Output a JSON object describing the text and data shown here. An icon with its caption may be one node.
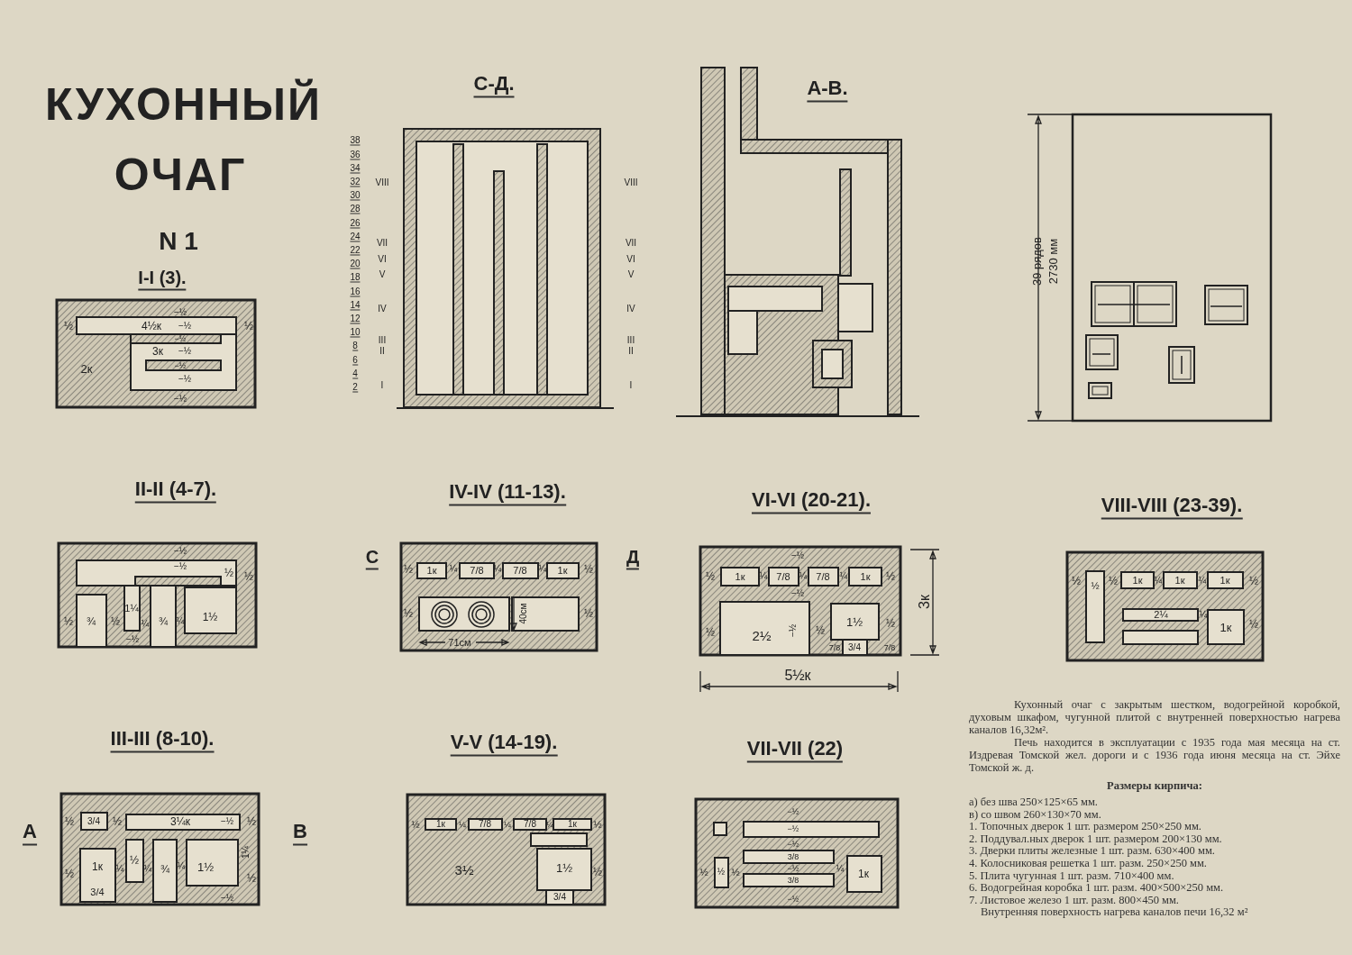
{
  "diagram": {
    "title": "КУХОННЫЙ ОЧАГ",
    "labels": [
      "N 1",
      "I-I (3).",
      "−½",
      "½",
      "4½к",
      "−½",
      "−½",
      "3к",
      "−½",
      "−½",
      "−½",
      "−½",
      "2к",
      "½",
      "II-II (4-7).",
      "−½",
      "−½",
      "½",
      "½",
      "½",
      "¾",
      "½",
      "1¼",
      "¼",
      "¾",
      "¼",
      "1½",
      "−½",
      "III-III (8-10).",
      "½",
      "3/4",
      "½",
      "3¼к",
      "−½",
      "½",
      "½",
      "1к",
      "3/4",
      "¼",
      "½",
      "¼",
      "¾",
      "¼",
      "1½",
      "1¼",
      "½",
      "−½",
      "А",
      "В",
      "IV-IV (11-13).",
      "С",
      "Д",
      "½",
      "1к",
      "¼",
      "7/8",
      "¼",
      "7/8",
      "¼",
      "1к",
      "½",
      "½",
      "½",
      "40см",
      "71см",
      "V-V (14-19).",
      "½",
      "1к",
      "¼",
      "7/8",
      "¼",
      "7/8",
      "¼",
      "1к",
      "½",
      "3½",
      "1½",
      "3/4",
      "½",
      "VI-VI (20-21).",
      "−½",
      "½",
      "1к",
      "¼",
      "7/8",
      "¼",
      "7/8",
      "¼",
      "1к",
      "½",
      "−½",
      "½",
      "2½",
      "−½",
      "½",
      "1½",
      "½",
      "7/8",
      "3/4",
      "7/8",
      "3к",
      "5½к",
      "VII-VII (22)",
      "−½",
      "−½",
      "−½",
      "3/8",
      "−½",
      "3/8",
      "−½",
      "½",
      "½",
      "½",
      "¼",
      "1к",
      "VIII-VIII (23-39).",
      "½",
      "½",
      "½",
      "1к",
      "¼",
      "1к",
      "¼",
      "1к",
      "½",
      "2¼",
      "¼",
      "1к",
      "½",
      "С-Д.",
      "2",
      "4",
      "6",
      "8",
      "10",
      "12",
      "14",
      "16",
      "18",
      "20",
      "22",
      "24",
      "26",
      "28",
      "30",
      "32",
      "34",
      "36",
      "38",
      "VIII",
      "VII",
      "VI",
      "V",
      "IV",
      "III",
      "II",
      "I",
      "VIII",
      "VII",
      "VI",
      "V",
      "IV",
      "III",
      "II",
      "I",
      "А-В.",
      "39 рядов",
      "2730 мм",
      "Кухонный очаг с закрытым шестком, водогрейной коробкой, духовым шкафом, чугунной плитой с внутренней поверхностью нагрева каналов 16,32м².",
      "Печь находится в эксплуатации с 1935 года мая месяца на ст. Издревая Томской жел. дороги и с 1936 года июня месяца на ст. Эйхе Томской ж. д.",
      "Размеры кирпича:",
      "а) без шва 250×125×65 мм.",
      "в) со швом 260×130×70 мм.",
      "1. Топочных дверок 1 шт. размером 250×250 мм.",
      "2. Поддувал.ных дверок 1 шт. размером 200×130 мм.",
      "3. Дверки плиты железные 1 шт. разм. 630×400 мм.",
      "4. Колосниковая решетка 1 шт. разм. 250×250 мм.",
      "5. Плита чугунная 1 шт. разм. 710×400 мм.",
      "6. Водогрейная коробка 1 шт. разм. 400×500×250 мм.",
      "7. Листовое железо 1 шт. разм. 800×450 мм.",
      "Внутренняя поверхность нагрева каналов печи 16,32 м²"
    ]
  }
}
